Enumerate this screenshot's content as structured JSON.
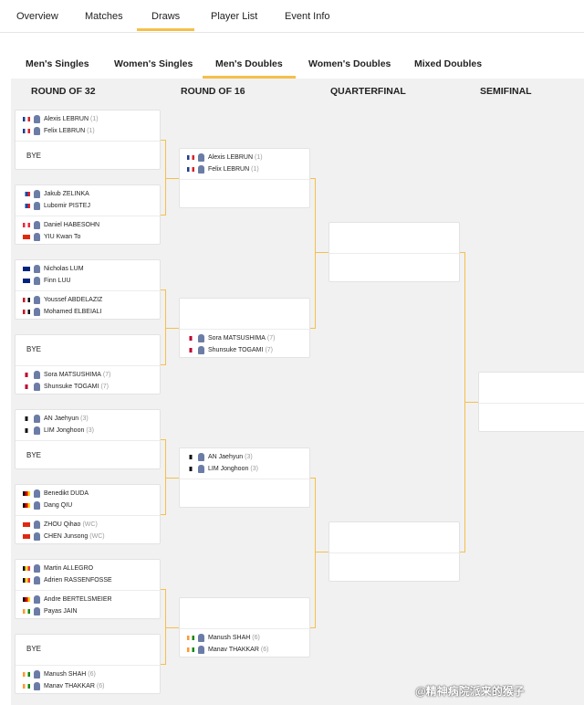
{
  "topnav": {
    "tabs": [
      "Overview",
      "Matches",
      "Draws",
      "Player List",
      "Event Info"
    ],
    "active": "Draws"
  },
  "subnav": {
    "tabs": [
      "Men's Singles",
      "Women's Singles",
      "Men's Doubles",
      "Women's Doubles",
      "Mixed Doubles"
    ],
    "active": "Men's Doubles"
  },
  "rounds": [
    "ROUND OF 32",
    "ROUND OF 16",
    "QUARTERFINAL",
    "SEMIFINAL"
  ],
  "bye_label": "BYE",
  "colors": {
    "accent": "#f5c04a",
    "board": "#f1f1f1"
  },
  "flags": {
    "FRA": [
      "#1f3c8f",
      "#ffffff",
      "#d8232a"
    ],
    "SVK": [
      "#ffffff",
      "#0b4ea2",
      "#ee1c25"
    ],
    "AUT": [
      "#ed2939",
      "#ffffff",
      "#ed2939"
    ],
    "HKG": [
      "#de2910",
      "#de2910",
      "#de2910"
    ],
    "AUS": [
      "#00247d",
      "#00247d",
      "#00247d"
    ],
    "EGY": [
      "#ce1126",
      "#ffffff",
      "#111111"
    ],
    "JPN": [
      "#ffffff",
      "#bc002d",
      "#ffffff"
    ],
    "KOR": [
      "#ffffff",
      "#111111",
      "#ffffff"
    ],
    "GER": [
      "#111111",
      "#dd0000",
      "#ffce00"
    ],
    "CHN": [
      "#de2910",
      "#de2910",
      "#de2910"
    ],
    "BEL": [
      "#111111",
      "#fdda24",
      "#ef3340"
    ],
    "IND": [
      "#ff9933",
      "#ffffff",
      "#138808"
    ]
  },
  "r32": [
    {
      "top": [
        {
          "name": "Alexis LEBRUN",
          "seed": "(1)",
          "flag": "FRA"
        },
        {
          "name": "Felix LEBRUN",
          "seed": "(1)",
          "flag": "FRA"
        }
      ],
      "bottom_bye": true
    },
    {
      "top": [
        {
          "name": "Jakub ZELINKA",
          "seed": "",
          "flag": "SVK"
        },
        {
          "name": "Lubomir PISTEJ",
          "seed": "",
          "flag": "SVK"
        }
      ],
      "bottom": [
        {
          "name": "Daniel HABESOHN",
          "seed": "",
          "flag": "AUT"
        },
        {
          "name": "YIU Kwan To",
          "seed": "",
          "flag": "HKG"
        }
      ]
    },
    {
      "top": [
        {
          "name": "Nicholas LUM",
          "seed": "",
          "flag": "AUS"
        },
        {
          "name": "Finn LUU",
          "seed": "",
          "flag": "AUS"
        }
      ],
      "bottom": [
        {
          "name": "Youssef ABDELAZIZ",
          "seed": "",
          "flag": "EGY"
        },
        {
          "name": "Mohamed ELBEIALI",
          "seed": "",
          "flag": "EGY"
        }
      ]
    },
    {
      "top_bye": true,
      "bottom": [
        {
          "name": "Sora MATSUSHIMA",
          "seed": "(7)",
          "flag": "JPN"
        },
        {
          "name": "Shunsuke TOGAMI",
          "seed": "(7)",
          "flag": "JPN"
        }
      ]
    },
    {
      "top": [
        {
          "name": "AN Jaehyun",
          "seed": "(3)",
          "flag": "KOR"
        },
        {
          "name": "LIM Jonghoon",
          "seed": "(3)",
          "flag": "KOR"
        }
      ],
      "bottom_bye": true
    },
    {
      "top": [
        {
          "name": "Benedikt DUDA",
          "seed": "",
          "flag": "GER"
        },
        {
          "name": "Dang QIU",
          "seed": "",
          "flag": "GER"
        }
      ],
      "bottom": [
        {
          "name": "ZHOU Qihao",
          "seed": "(WC)",
          "flag": "CHN"
        },
        {
          "name": "CHEN Junsong",
          "seed": "(WC)",
          "flag": "CHN"
        }
      ]
    },
    {
      "top": [
        {
          "name": "Martin ALLEGRO",
          "seed": "",
          "flag": "BEL"
        },
        {
          "name": "Adrien RASSENFOSSE",
          "seed": "",
          "flag": "BEL"
        }
      ],
      "bottom": [
        {
          "name": "Andre BERTELSMEIER",
          "seed": "",
          "flag": "GER"
        },
        {
          "name": "Payas JAIN",
          "seed": "",
          "flag": "IND"
        }
      ]
    },
    {
      "top_bye": true,
      "bottom": [
        {
          "name": "Manush SHAH",
          "seed": "(6)",
          "flag": "IND"
        },
        {
          "name": "Manav THAKKAR",
          "seed": "(6)",
          "flag": "IND"
        }
      ]
    }
  ],
  "r16": [
    {
      "top": [
        {
          "name": "Alexis LEBRUN",
          "seed": "(1)",
          "flag": "FRA"
        },
        {
          "name": "Felix LEBRUN",
          "seed": "(1)",
          "flag": "FRA"
        }
      ]
    },
    {
      "bottom": [
        {
          "name": "Sora MATSUSHIMA",
          "seed": "(7)",
          "flag": "JPN"
        },
        {
          "name": "Shunsuke TOGAMI",
          "seed": "(7)",
          "flag": "JPN"
        }
      ]
    },
    {
      "top": [
        {
          "name": "AN Jaehyun",
          "seed": "(3)",
          "flag": "KOR"
        },
        {
          "name": "LIM Jonghoon",
          "seed": "(3)",
          "flag": "KOR"
        }
      ]
    },
    {
      "bottom": [
        {
          "name": "Manush SHAH",
          "seed": "(6)",
          "flag": "IND"
        },
        {
          "name": "Manav THAKKAR",
          "seed": "(6)",
          "flag": "IND"
        }
      ]
    }
  ],
  "qf_count": 2,
  "sf_count": 1,
  "watermark": "@精神病院派来的猴子"
}
